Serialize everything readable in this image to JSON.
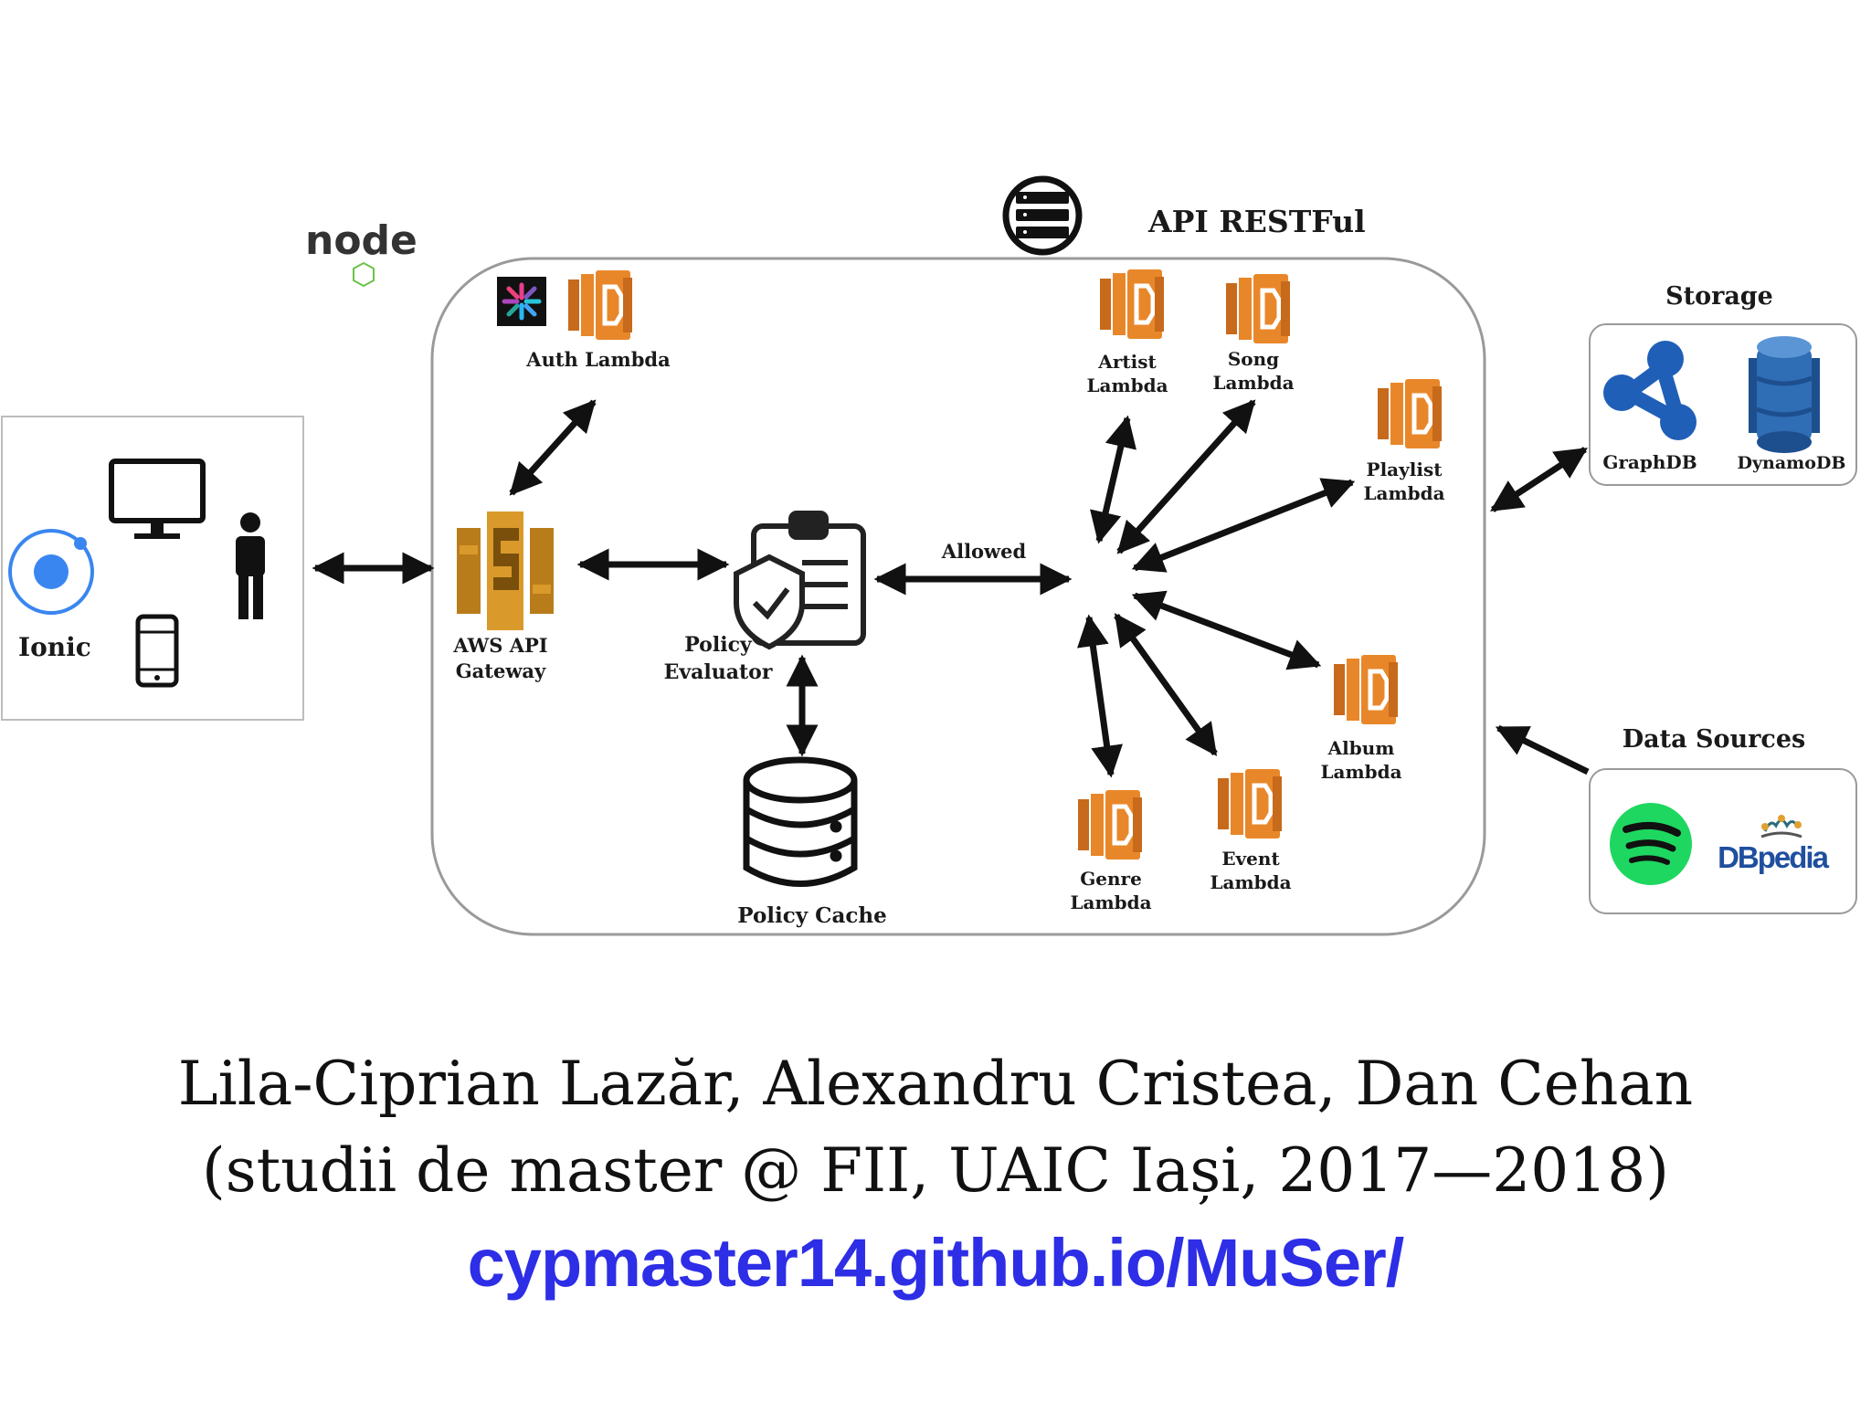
{
  "diagram": {
    "title": "API RESTFul",
    "client": {
      "label": "Ionic"
    },
    "gateway": {
      "label_line1": "AWS API",
      "label_line2": "Gateway"
    },
    "auth": {
      "label": "Auth Lambda"
    },
    "policy_evaluator": {
      "label_line1": "Policy",
      "label_line2": "Evaluator"
    },
    "policy_cache": {
      "label": "Policy Cache"
    },
    "edge_allowed": "Allowed",
    "lambdas": {
      "artist": {
        "line1": "Artist",
        "line2": "Lambda"
      },
      "song": {
        "line1": "Song",
        "line2": "Lambda"
      },
      "playlist": {
        "line1": "Playlist",
        "line2": "Lambda"
      },
      "album": {
        "line1": "Album",
        "line2": "Lambda"
      },
      "event": {
        "line1": "Event",
        "line2": "Lambda"
      },
      "genre": {
        "line1": "Genre",
        "line2": "Lambda"
      }
    },
    "storage": {
      "title": "Storage",
      "graphdb": "GraphDB",
      "dynamodb": "DynamoDB"
    },
    "data_sources": {
      "title": "Data Sources",
      "dbpedia": "DBpedia"
    },
    "nodejs_logo": "node"
  },
  "credits": {
    "authors": "Lila-Ciprian Lazăr, Alexandru Cristea, Dan Cehan",
    "course": "(studii de master @ FII, UAIC Iași, 2017—2018)",
    "link": "cypmaster14.github.io/MuSer/"
  },
  "colors": {
    "lambda_orange": "#e8872a",
    "gateway_orange": "#d99a2b",
    "link_blue": "#2d2ee6",
    "ionic_blue": "#3a86f0",
    "spotify_green": "#1ed760",
    "graph_blue": "#1f5fb8",
    "dynamo_blue": "#2f6db5"
  }
}
